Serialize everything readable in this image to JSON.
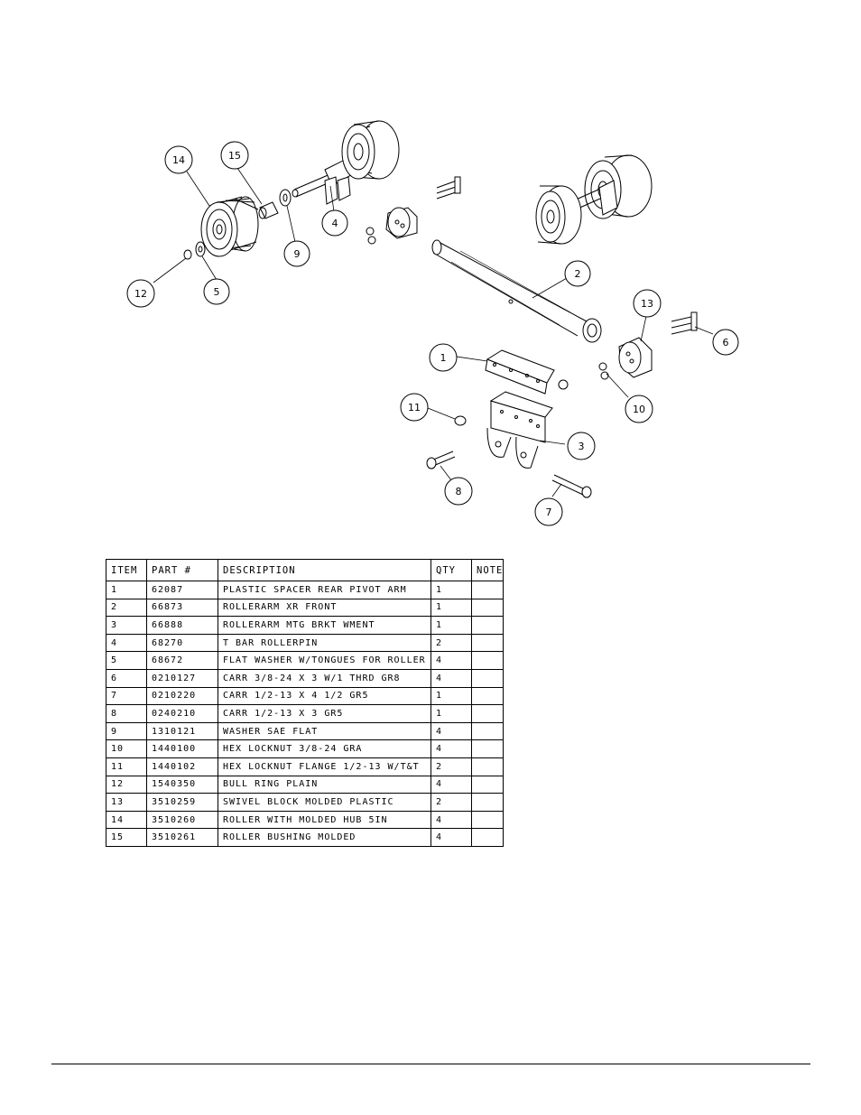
{
  "callouts": [
    "1",
    "2",
    "3",
    "4",
    "5",
    "6",
    "7",
    "8",
    "9",
    "10",
    "11",
    "12",
    "13",
    "14",
    "15"
  ],
  "table": {
    "headers": [
      "ITEM",
      "PART #",
      "DESCRIPTION",
      "QTY",
      "NOTE"
    ],
    "rows": [
      [
        "1",
        "62087",
        "PLASTIC SPACER REAR PIVOT ARM",
        "1",
        ""
      ],
      [
        "2",
        "66873",
        "ROLLERARM XR FRONT",
        "1",
        ""
      ],
      [
        "3",
        "66888",
        "ROLLERARM MTG BRKT WMENT",
        "1",
        ""
      ],
      [
        "4",
        "68270",
        "T BAR ROLLERPIN",
        "2",
        ""
      ],
      [
        "5",
        "68672",
        "FLAT WASHER W/TONGUES FOR ROLLER",
        "4",
        ""
      ],
      [
        "6",
        "0210127",
        "CARR 3/8-24 X 3 W/1 THRD GR8",
        "4",
        ""
      ],
      [
        "7",
        "0210220",
        "CARR 1/2-13 X 4 1/2 GR5",
        "1",
        ""
      ],
      [
        "8",
        "0240210",
        "CARR 1/2-13 X 3 GR5",
        "1",
        ""
      ],
      [
        "9",
        "1310121",
        "WASHER SAE FLAT",
        "4",
        ""
      ],
      [
        "10",
        "1440100",
        "HEX LOCKNUT 3/8-24 GRA",
        "4",
        ""
      ],
      [
        "11",
        "1440102",
        "HEX LOCKNUT FLANGE 1/2-13 W/T&T",
        "2",
        ""
      ],
      [
        "12",
        "1540350",
        "BULL RING PLAIN",
        "4",
        ""
      ],
      [
        "13",
        "3510259",
        "SWIVEL BLOCK MOLDED PLASTIC",
        "2",
        ""
      ],
      [
        "14",
        "3510260",
        "ROLLER WITH MOLDED HUB  5IN",
        "4",
        ""
      ],
      [
        "15",
        "3510261",
        "ROLLER BUSHING MOLDED",
        "4",
        ""
      ]
    ]
  }
}
